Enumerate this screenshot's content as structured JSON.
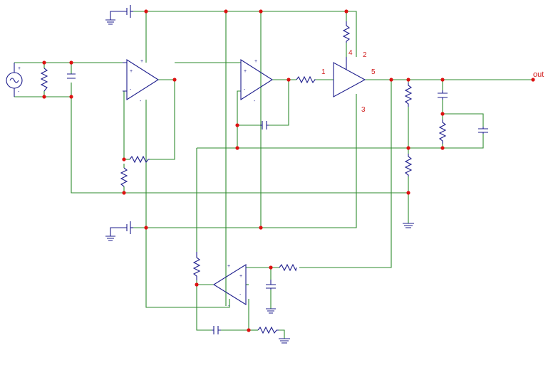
{
  "labels": {
    "output": "out",
    "pin1": "1",
    "pin2": "2",
    "pin3": "3",
    "pin4": "4",
    "pin5": "5"
  },
  "signs": {
    "plus": "+",
    "minus": "-"
  },
  "colors": {
    "wire": "#2e8b2e",
    "component": "#1c1c8c",
    "junction": "#dd1111",
    "label": "#d22020"
  }
}
